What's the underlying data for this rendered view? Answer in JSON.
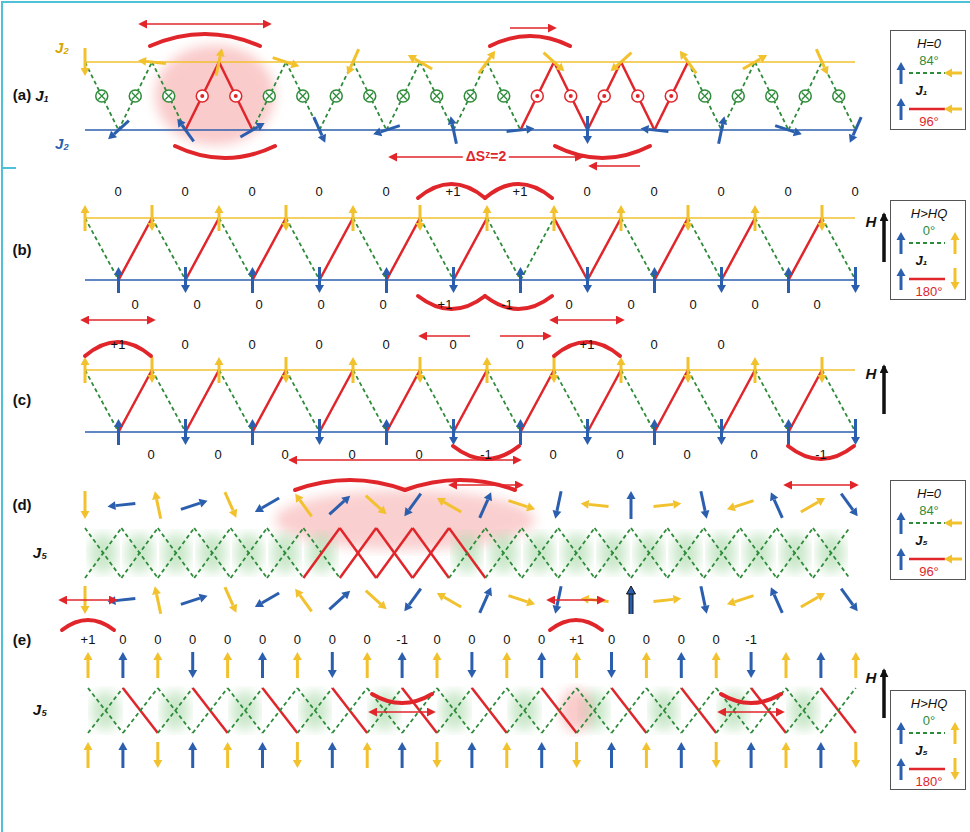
{
  "diagram": {
    "nodes": [
      {
        "text": [
          "H=0",
          "84°",
          "J₁",
          "96°"
        ]
      },
      {
        "text": [
          "H>HQ",
          "0°",
          "J₁",
          "180°"
        ]
      },
      {
        "text": [
          "H=0",
          "84°",
          "J₅",
          "96°"
        ]
      },
      {
        "text": [
          "H>HQ",
          "0°",
          "J₅",
          "180°"
        ]
      }
    ],
    "labels": [
      "(a)",
      "J₂",
      "J₁",
      "J₂",
      "(b)",
      "ΔSᶻ=2",
      "0",
      "0",
      "0",
      "0",
      "0",
      "+1",
      "+1",
      "0",
      "0",
      "0",
      "0",
      "0",
      "0",
      "0",
      "0",
      "0",
      "0",
      "+1",
      "-1",
      "0",
      "0",
      "0",
      "0",
      "0",
      "H",
      "(c)",
      "+1",
      "0",
      "0",
      "0",
      "0",
      "0",
      "0",
      "+1",
      "0",
      "0",
      "0",
      "0",
      "0",
      "0",
      "0",
      "-1",
      "0",
      "0",
      "0",
      "0",
      "-1",
      "H",
      "(d)",
      "J₅",
      "(e)",
      "+1",
      "0",
      "0",
      "0",
      "0",
      "0",
      "0",
      "0",
      "0",
      "-1",
      "0",
      "0",
      "0",
      "0",
      "+1",
      "0",
      "0",
      "0",
      "0",
      "-1",
      "J₅",
      "H"
    ]
  }
}
